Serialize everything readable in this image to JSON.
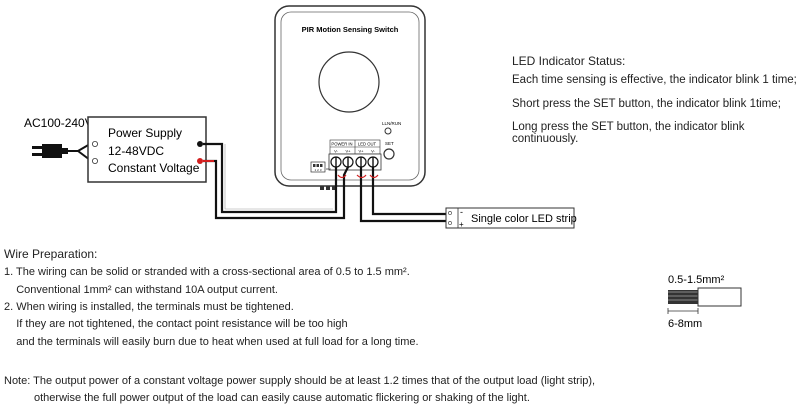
{
  "device": {
    "title": "PIR Motion Sensing Switch",
    "led_run_label": "LLN/RUN",
    "set_label": "SET",
    "power_in_label": "POWER IN",
    "led_out_label": "LED OUT",
    "terminal_v_minus": "V-",
    "terminal_v_plus": "V+",
    "small_marks": [
      "1",
      "2",
      "3"
    ],
    "on_mark": "ON"
  },
  "ac_input": {
    "label": "AC100-240V"
  },
  "power_supply": {
    "line1": "Power Supply",
    "line2": "12-48VDC",
    "line3": "Constant Voltage"
  },
  "led_strip": {
    "label": "Single color LED strip",
    "minus": "-",
    "plus": "+"
  },
  "led_status": {
    "title": "LED Indicator Status:",
    "lines": [
      "Each time sensing is effective, the indicator blink 1 time;",
      "Short press the SET button, the indicator blink 1time;",
      "Long press the SET button, the indicator blink continuously."
    ]
  },
  "wire_prep": {
    "title": "Wire Preparation:",
    "lines": [
      "1. The wiring can be solid or stranded with a cross-sectional area of 0.5 to 1.5 mm².",
      "    Conventional 1mm² can withstand 10A output current.",
      "2. When wiring is installed, the terminals must be tightened.",
      "    If they are not tightened, the contact point resistance will be too high",
      "    and the terminals will easily burn due to heat when used at full load for a long time."
    ]
  },
  "wire_spec": {
    "area": "0.5-1.5mm²",
    "strip_length": "6-8mm"
  },
  "note": {
    "label": "Note:",
    "line1": " The output power of a constant voltage power supply should be at least 1.2 times that of the output load (light strip),",
    "line2": "otherwise the full power output of the load can easily cause automatic flickering or shaking of the light."
  },
  "colors": {
    "wire": "#111111",
    "red": "#d21f1f",
    "outline": "#333333"
  }
}
